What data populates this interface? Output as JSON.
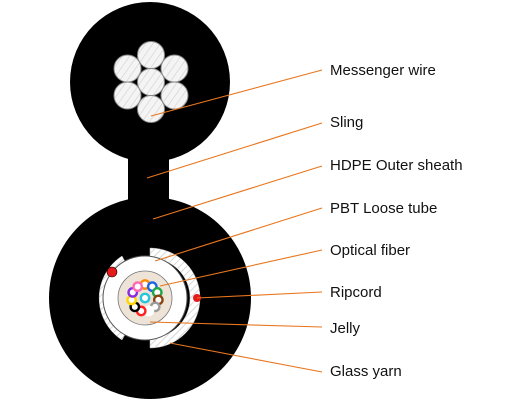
{
  "labels": [
    "Messenger wire",
    "Sling",
    "HDPE Outer sheath",
    "PBT Loose tube",
    "Optical fiber",
    "Ripcord",
    "Jelly",
    "Glass yarn"
  ],
  "colors": {
    "sheath": "#000000",
    "leader": "#e8761e",
    "ripcord": "#e51a1a",
    "hatch": "#c8c8c8",
    "fibers": [
      "#ff8c00",
      "#1e64e6",
      "#21a84a",
      "#8b4513",
      "#9b9b9b",
      "#ffffff",
      "#ff2020",
      "#000000",
      "#ffd500",
      "#8a2be2",
      "#ff69b4",
      "#26c6da"
    ]
  }
}
